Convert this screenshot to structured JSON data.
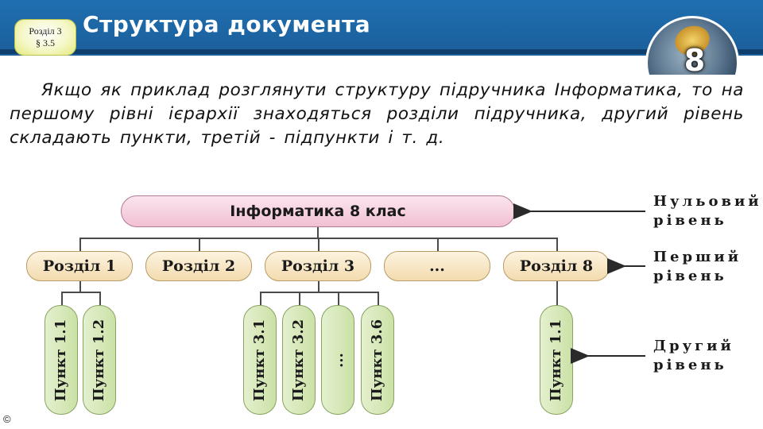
{
  "header": {
    "badge_line1": "Розділ 3",
    "badge_line2": "§ 3.5",
    "title": "Структура документа",
    "grade": "8"
  },
  "paragraph": "Якщо як приклад розглянути структуру підручника Інформатика, то на першому рівні ієрархії знаходяться розділи підручника, другий рівень складають пункти, третій - підпункти і т. д.",
  "diagram": {
    "root": "Інформатика 8 клас",
    "sections": [
      "Розділ 1",
      "Розділ 2",
      "Розділ 3",
      "...",
      "Розділ 8"
    ],
    "items": [
      "Пункт 1.1",
      "Пункт 1.2",
      "Пункт 3.1",
      "Пункт 3.2",
      "...",
      "Пункт 3.6",
      "Пункт 1.1"
    ],
    "levels": [
      {
        "line1": "Нульовий",
        "line2": "рівень"
      },
      {
        "line1": "Перший",
        "line2": "рівень"
      },
      {
        "line1": "Другий",
        "line2": "рівень"
      }
    ]
  },
  "footer": {
    "copyright": "©",
    "link": ""
  },
  "colors": {
    "header": "#1b5e9a",
    "root_fill": "#f1c0d3",
    "section_fill": "#f2dcaf",
    "item_fill": "#cbe1a6"
  }
}
